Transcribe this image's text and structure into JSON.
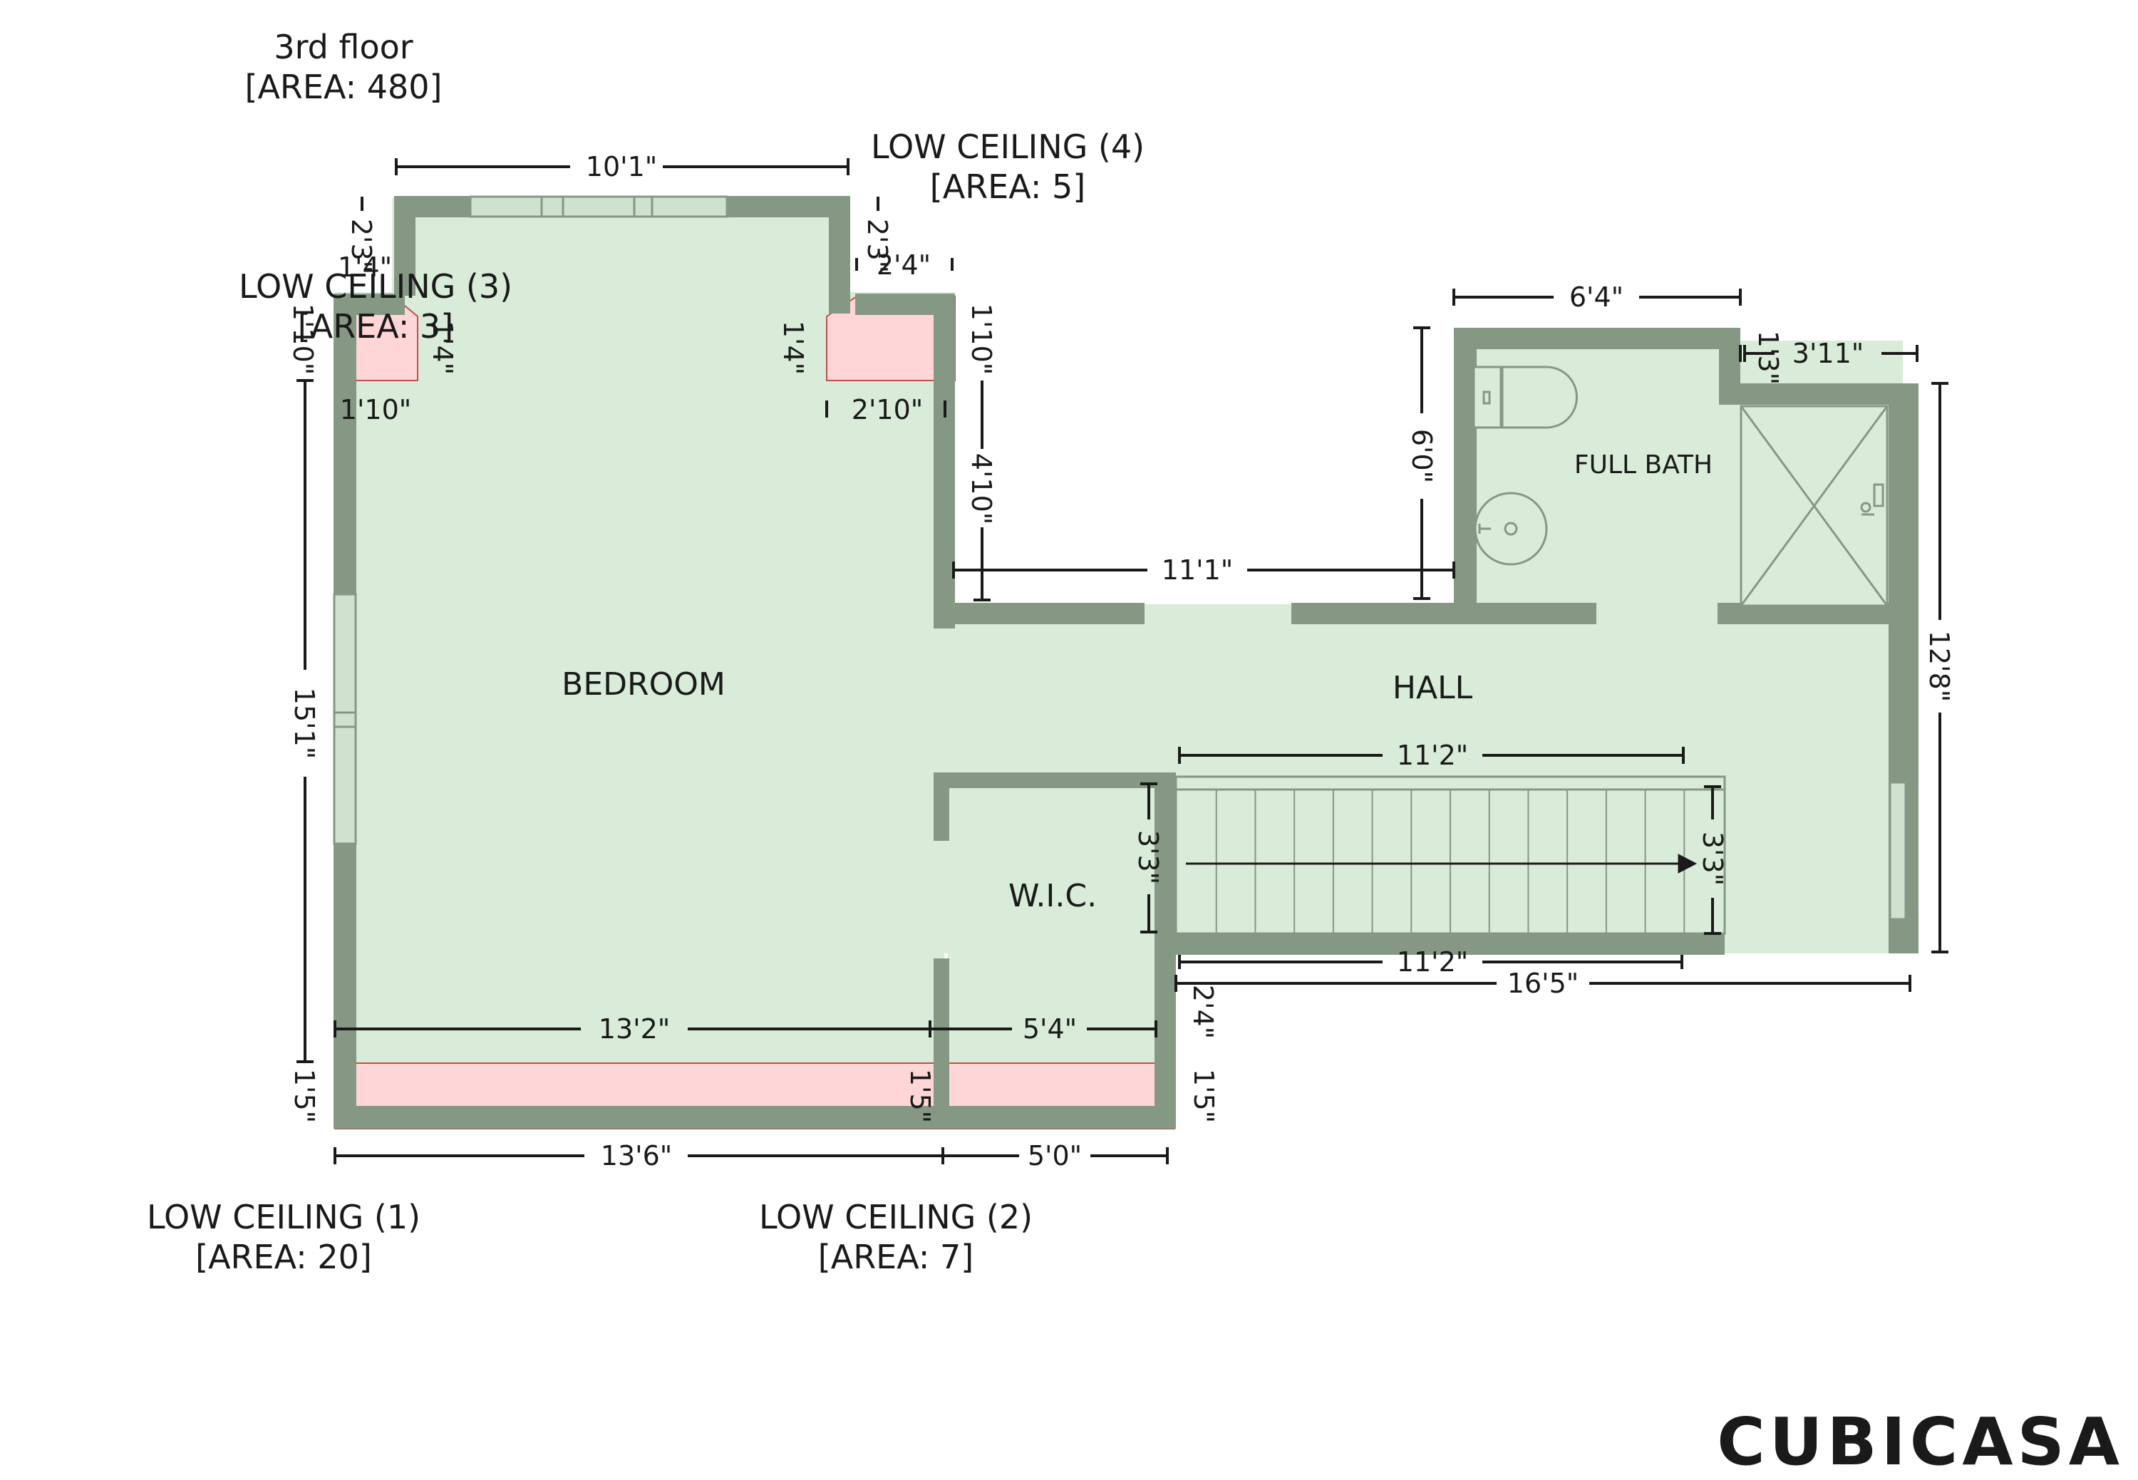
{
  "title": {
    "floor": "3rd floor",
    "area": "[AREA: 480]"
  },
  "rooms": {
    "bedroom": "BEDROOM",
    "hall": "HALL",
    "wic": "W.I.C.",
    "full_bath": "FULL BATH"
  },
  "low_ceilings": [
    {
      "label": "LOW CEILING (1)",
      "area": "[AREA: 20]"
    },
    {
      "label": "LOW CEILING (2)",
      "area": "[AREA: 7]"
    },
    {
      "label": "LOW CEILING (3)",
      "area": "[AREA: 3]"
    },
    {
      "label": "LOW CEILING (4)",
      "area": "[AREA: 5]"
    }
  ],
  "dimensions": {
    "top_window_wall": "10'1\"",
    "bath_width": "6'4\"",
    "shower_width": "3'11\"",
    "shower_offset": "1'3\"",
    "bath_height": "6'0\"",
    "right_total": "12'8\"",
    "left_total": "15'1\"",
    "left_lc_height": "1'10\"",
    "lc3_width": "1'10\"",
    "lc3_top": "1'4\"",
    "lc3_side": "1'4\"",
    "lc3_notch": "2'3\"",
    "lc4_notch": "2'3\"",
    "lc4_top": "2'4\"",
    "lc4_side": "1'4\"",
    "lc4_width": "2'10\"",
    "lc4_height": "1'10\"",
    "right_wall_upper": "4'10\"",
    "hall_span": "11'1\"",
    "stairs_top": "11'2\"",
    "stairs_bottom": "11'2\"",
    "stairs_depth_left": "3'3\"",
    "stairs_depth_right": "3'3\"",
    "hall_bottom": "16'5\"",
    "bedroom_width": "13'2\"",
    "wic_width": "5'4\"",
    "wic_step": "2'4\"",
    "lc1_width": "13'6\"",
    "lc2_width": "5'0\"",
    "lc1_height": "1'5\"",
    "lc_mid_height": "1'5\"",
    "lc2_height": "1'5\""
  },
  "brand": "CUBICASA",
  "colors": {
    "floor": "#d9ecd9",
    "wall": "#859884",
    "low_ceiling": "#ffd6d8",
    "window": "#cfe2d0",
    "dim_line": "#1a1a1a",
    "brand": "#e1e1e1"
  }
}
